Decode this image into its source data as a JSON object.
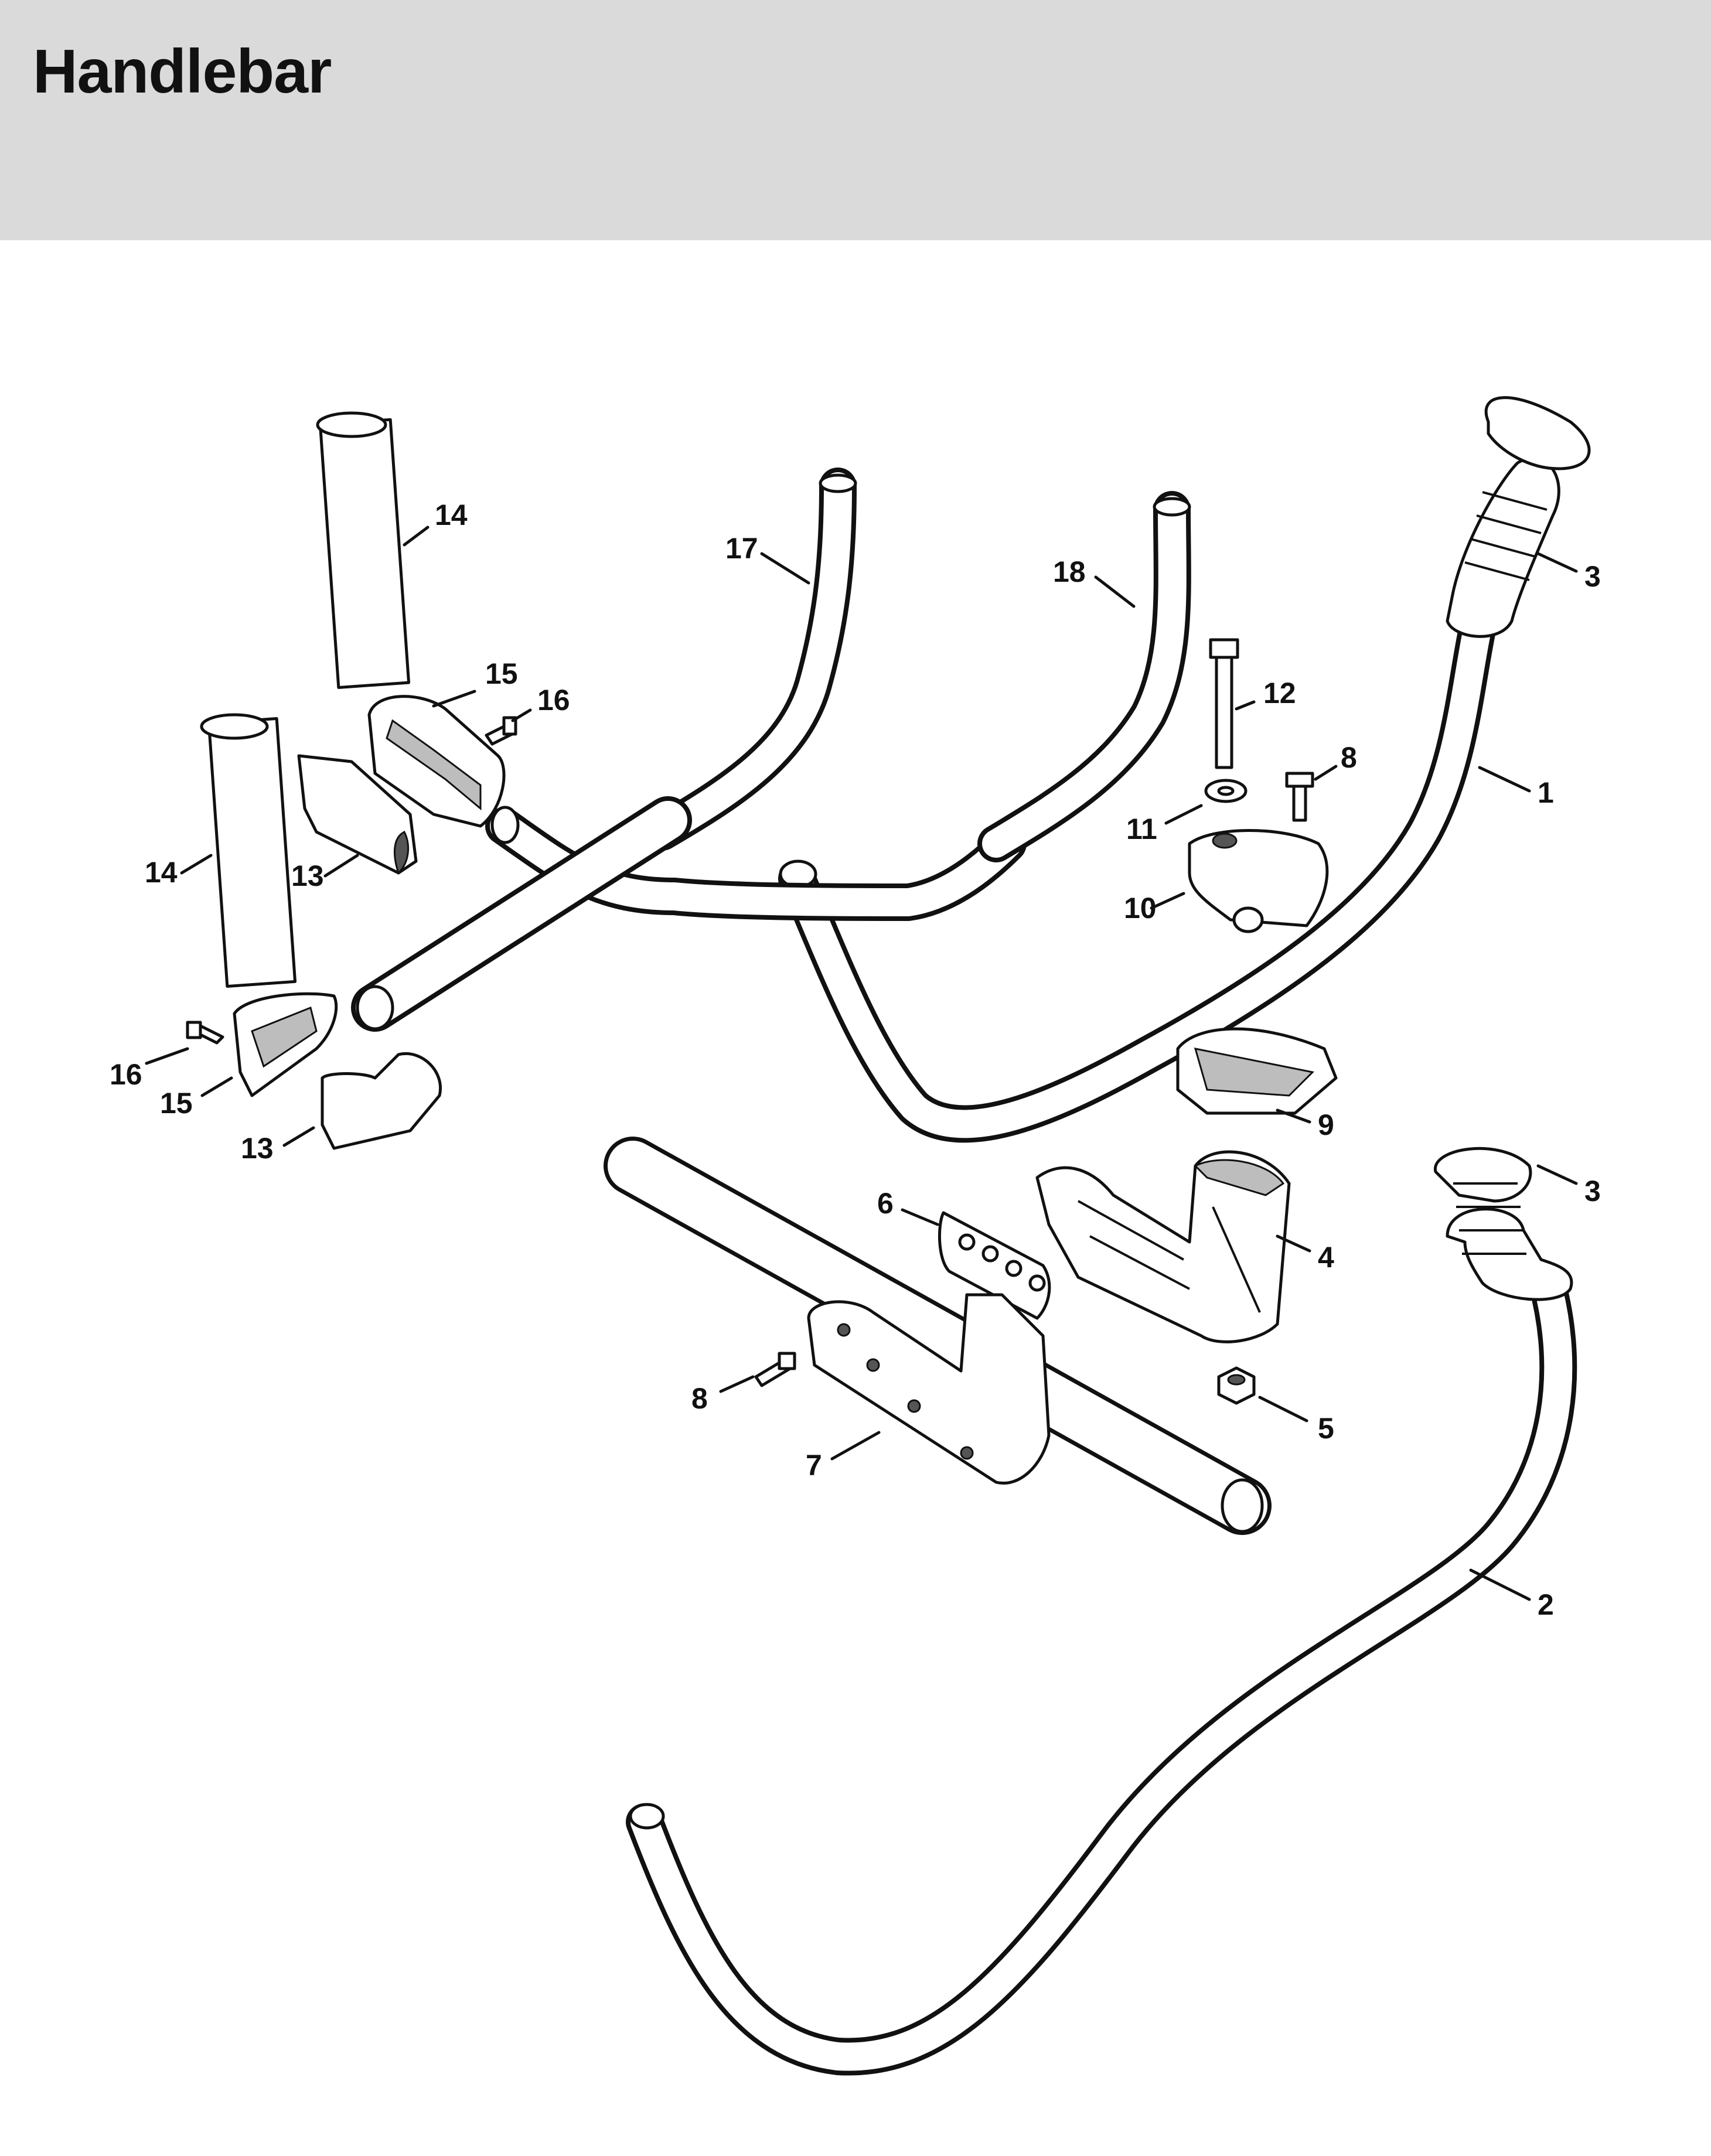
{
  "header": {
    "title": "Handlebar",
    "background": "#d9dad9"
  },
  "diagram": {
    "labels": [
      "14",
      "17",
      "18",
      "3",
      "15",
      "16",
      "12",
      "8",
      "1",
      "14",
      "13",
      "11",
      "10",
      "16",
      "15",
      "13",
      "9",
      "3",
      "6",
      "4",
      "8",
      "5",
      "7",
      "2"
    ]
  }
}
